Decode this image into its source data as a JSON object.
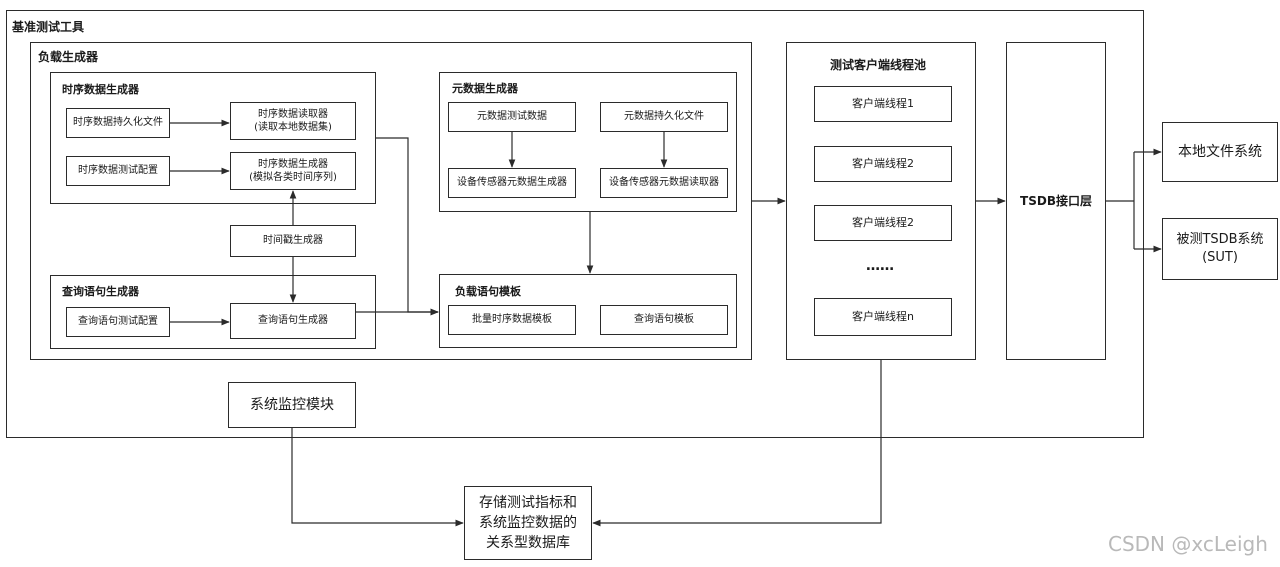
{
  "outer": {
    "title": "基准测试工具"
  },
  "load_gen": {
    "title": "负载生成器"
  },
  "ts_gen": {
    "title": "时序数据生成器",
    "persist_file": "时序数据持久化文件",
    "reader": "时序数据读取器\n(读取本地数据集)",
    "test_config": "时序数据测试配置",
    "generator": "时序数据生成器\n(模拟各类时间序列)"
  },
  "timestamp_gen": "时间戳生成器",
  "query_gen": {
    "title": "查询语句生成器",
    "test_config": "查询语句测试配置",
    "generator": "查询语句生成器"
  },
  "meta_gen": {
    "title": "元数据生成器",
    "test_data": "元数据测试数据",
    "persist_file": "元数据持久化文件",
    "sensor_generator": "设备传感器元数据生成器",
    "sensor_reader": "设备传感器元数据读取器"
  },
  "load_template": {
    "title": "负载语句模板",
    "batch": "批量时序数据模板",
    "query": "查询语句模板"
  },
  "client_pool": {
    "title": "测试客户端线程池",
    "threads": [
      "客户端线程1",
      "客户端线程2",
      "客户端线程2"
    ],
    "ellipsis": "……",
    "last": "客户端线程n"
  },
  "tsdb_interface": "TSDB接口层",
  "local_fs": "本地文件系统",
  "sut": "被测TSDB系统\n(SUT)",
  "monitor": "系统监控模块",
  "storage": "存储测试指标和\n系统监控数据的\n关系型数据库",
  "watermark": "CSDN @xcLeigh"
}
